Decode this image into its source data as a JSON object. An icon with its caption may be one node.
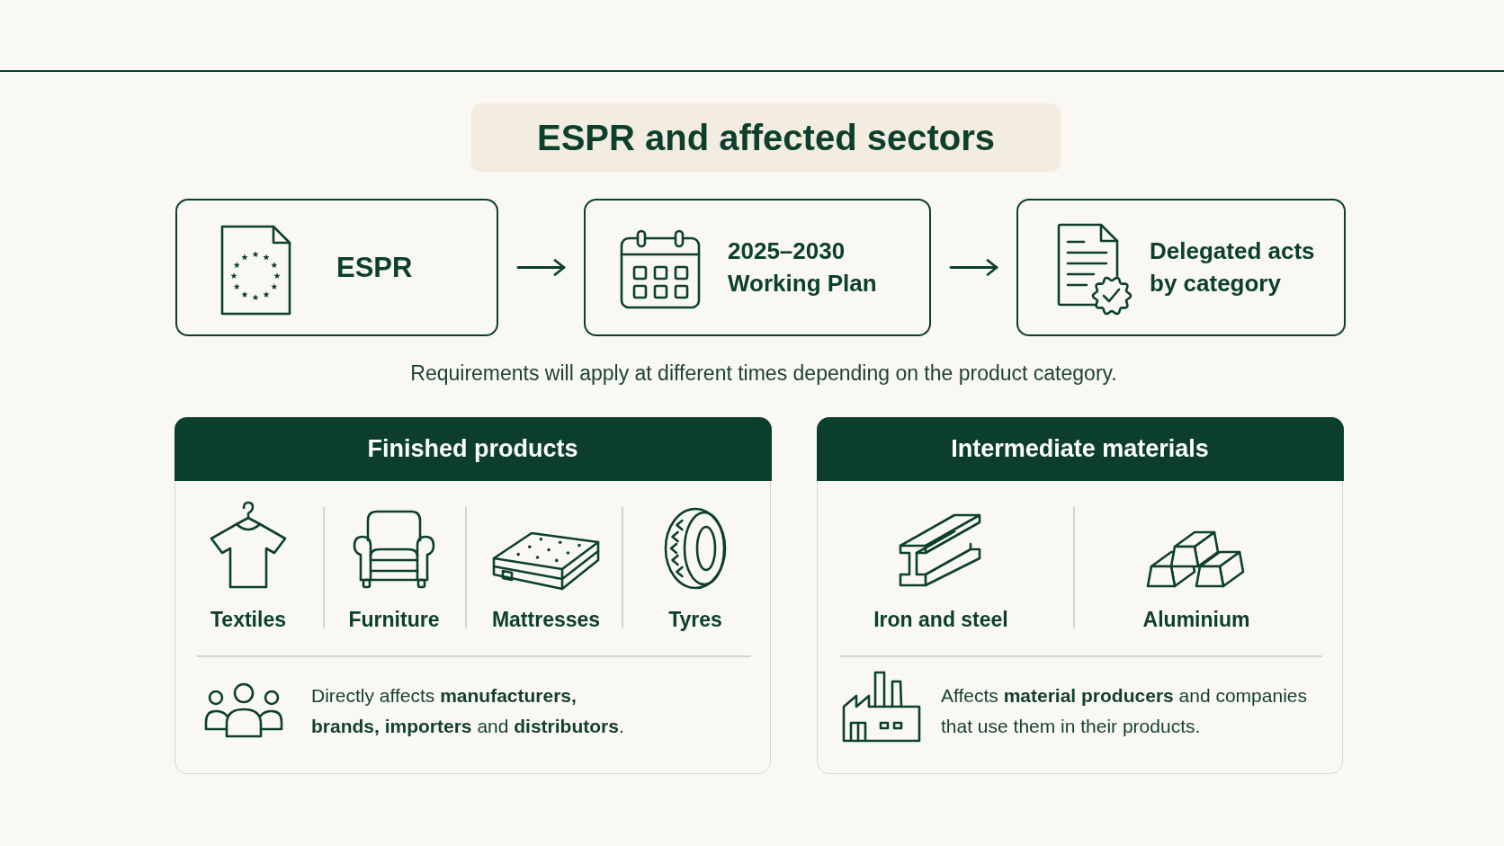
{
  "diagram": {
    "title": "ESPR and affected sectors",
    "nodes": [
      {
        "text": [
          "ESPR"
        ]
      },
      {
        "text": [
          "2025–2030 Working Plan"
        ]
      },
      {
        "text": [
          "Delegated acts by category"
        ]
      },
      {
        "text": [
          "Finished products",
          "Directly affects **manufacturers, brands, importers** and **distributors**."
        ]
      },
      {
        "text": [
          "Textiles"
        ],
        "in": 3
      },
      {
        "text": [
          "Furniture"
        ],
        "in": 3
      },
      {
        "text": [
          "Mattresses"
        ],
        "in": 3
      },
      {
        "text": [
          "Tyres"
        ],
        "in": 3
      },
      {
        "text": [
          "Intermediate materials",
          "Affects **material producers** and companies that use them in their products."
        ]
      },
      {
        "text": [
          "Iron and steel"
        ],
        "in": 8
      },
      {
        "text": [
          "Aluminium"
        ],
        "in": 8
      }
    ],
    "edges": [
      {
        "from": 0,
        "to": 1,
        "arrow": "to"
      },
      {
        "from": 1,
        "to": 2,
        "arrow": "to"
      }
    ],
    "labels": [
      "Requirements will apply at different times depending on the product category."
    ]
  }
}
